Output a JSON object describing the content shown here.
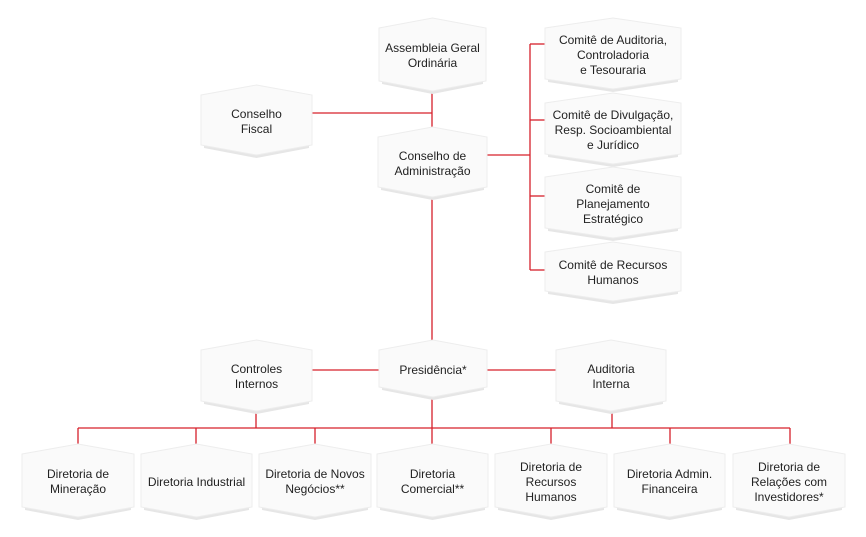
{
  "colors": {
    "connector": "#d6202b",
    "box_fill": "#fafafa",
    "box_shade": "#e6e6e6",
    "text": "#222222"
  },
  "org": {
    "assembleia": "Assembleia Geral\nOrdinária",
    "conselho_fiscal": "Conselho\nFiscal",
    "conselho_adm": "Conselho de\nAdministração",
    "comite_auditoria": "Comitê de Auditoria,\nControladoria\ne Tesouraria",
    "comite_divulgacao": "Comitê de Divulgação,\nResp. Socioambiental\ne Jurídico",
    "comite_planejamento": "Comitê de\nPlanejamento\nEstratégico",
    "comite_rh": "Comitê de Recursos\nHumanos",
    "controles_internos": "Controles\nInternos",
    "presidencia": "Presidência*",
    "auditoria_interna": "Auditoria\nInterna",
    "dir_mineracao": "Diretoria de\nMineração",
    "dir_industrial": "Diretoria Industrial",
    "dir_novos_negocios": "Diretoria de Novos\nNegócios**",
    "dir_comercial": "Diretoria\nComercial**",
    "dir_rh": "Diretoria de\nRecursos Humanos",
    "dir_financeira": "Diretoria Admin.\nFinanceira",
    "dir_ri": "Diretoria de\nRelações com\nInvestidores*"
  }
}
